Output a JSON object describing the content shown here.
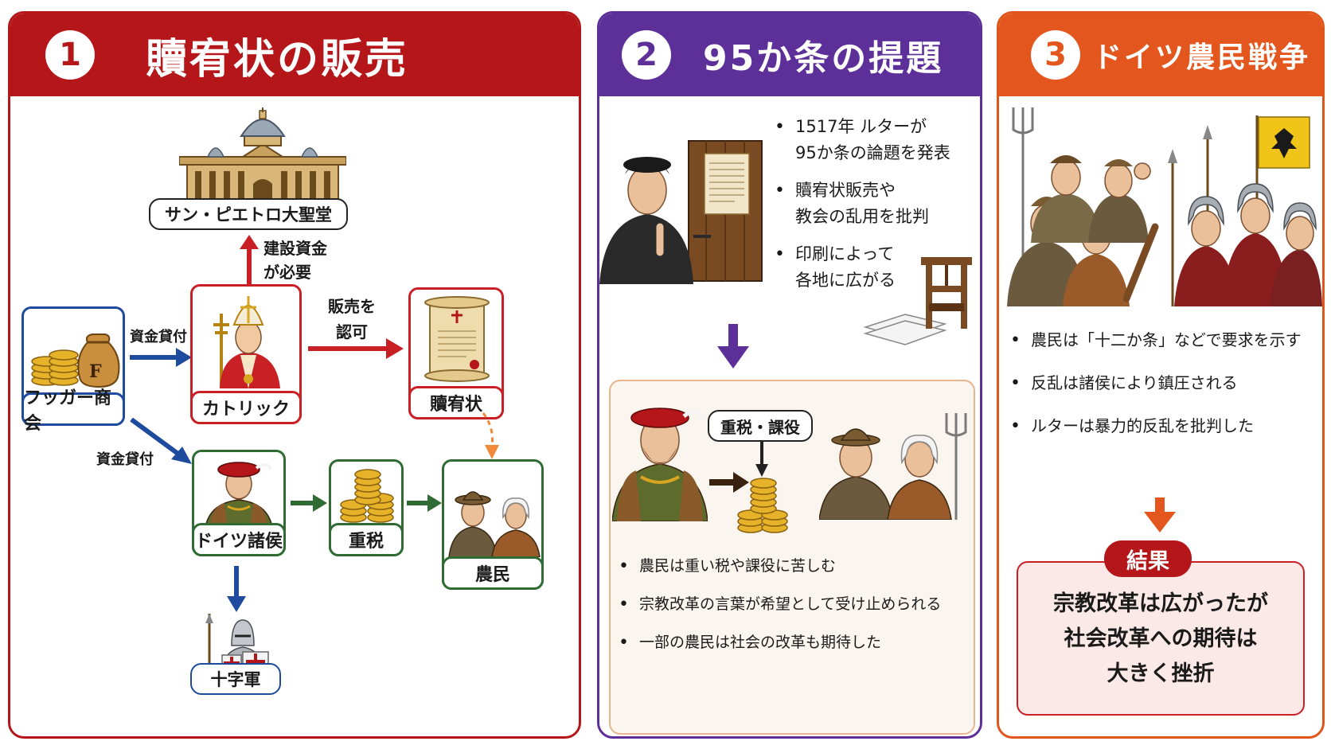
{
  "panel1": {
    "number": "1",
    "title": "贖宥状の販売",
    "basilica_label": "サン・ピエトロ大聖堂",
    "build_funds_note": "建設資金\nが必要",
    "sale_note": "販売を\n認可",
    "loan_label_1": "資金貸付",
    "loan_label_2": "資金貸付",
    "fugger_label": "フッガー商会",
    "fugger_bag_letter": "F",
    "catholic_label": "カトリック",
    "indulgence_label": "贖宥状",
    "princes_label": "ドイツ諸侯",
    "tax_label": "重税",
    "peasants_label": "農民",
    "crusade_label": "十字軍"
  },
  "panel2": {
    "number": "2",
    "title": "95か条の提題",
    "bullets": [
      "1517年 ルターが\n95か条の論題を発表",
      "贖宥状販売や\n教会の乱用を批判",
      "印刷によって\n各地に広がる"
    ],
    "burden_label": "重税・課役",
    "bottom_bullets": [
      "農民は重い税や課役に苦しむ",
      "宗教改革の言葉が希望として受け止められる",
      "一部の農民は社会の改革も期待した"
    ]
  },
  "panel3": {
    "number": "3",
    "title": "ドイツ農民戦争",
    "bullets": [
      "農民は「十二か条」などで要求を示す",
      "反乱は諸侯により鎮圧される",
      "ルターは暴力的反乱を批判した"
    ],
    "result_title": "結果",
    "result_text": "宗教改革は広がったが\n社会改革への期待は\n大きく挫折"
  },
  "colors": {
    "panel1": "#b5161a",
    "panel2": "#5d2f99",
    "panel3": "#e3561d",
    "gold": "#d9a521",
    "blue_arrow": "#1e4b9e",
    "green_arrow": "#2f6b33"
  },
  "icons": [
    "basilica-icon",
    "pope-icon",
    "scroll-icon",
    "coins-icon",
    "money-bag-icon",
    "prince-icon",
    "peasants-icon",
    "knight-icon",
    "luther-icon",
    "church-door-icon",
    "printing-press-icon",
    "pitchfork-icon",
    "eagle-banner-icon",
    "soldiers-icon"
  ]
}
